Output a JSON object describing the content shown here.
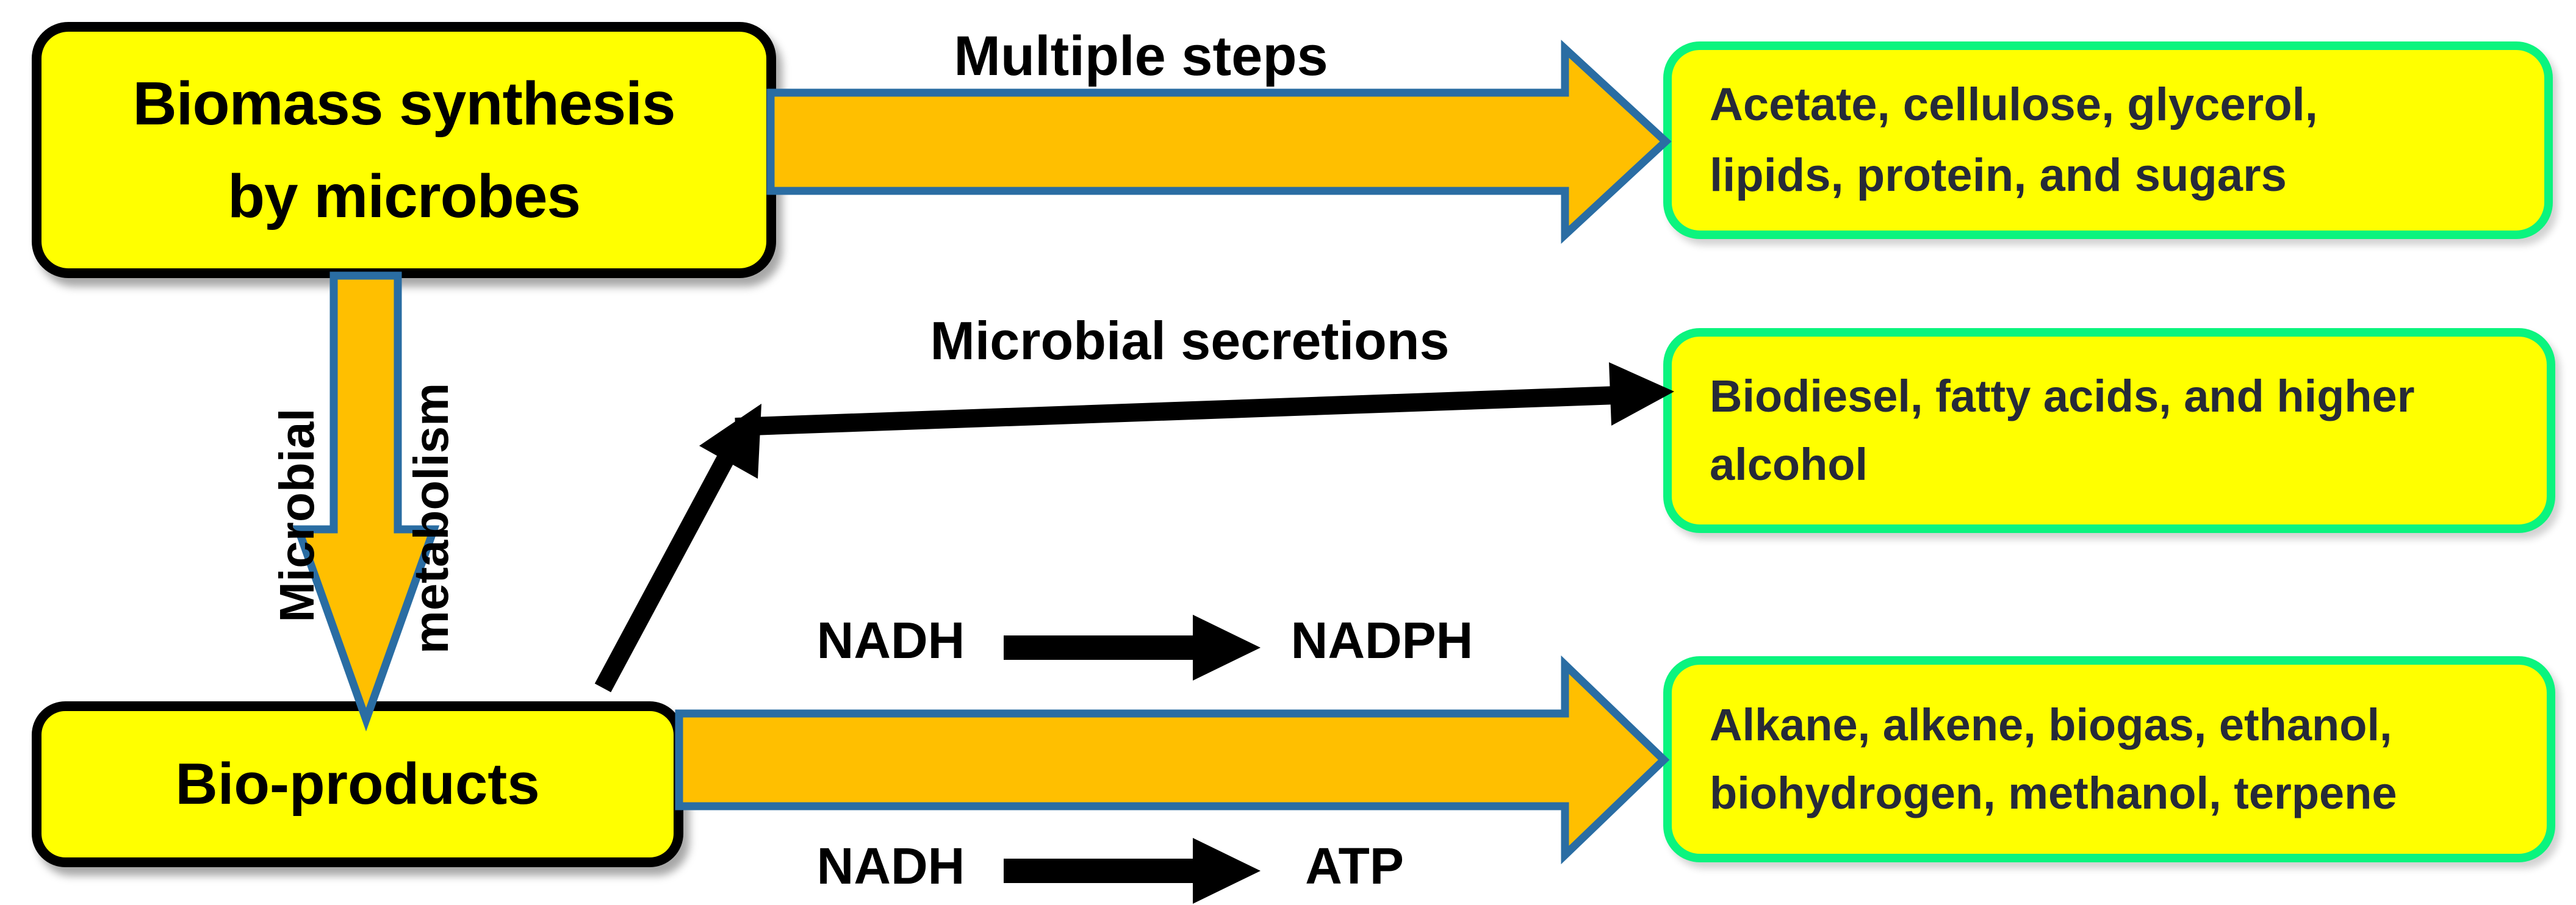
{
  "diagram": {
    "boxes": {
      "biomass": {
        "lines": [
          "Biomass synthesis",
          "by microbes"
        ]
      },
      "bioproducts": {
        "label": "Bio-products"
      },
      "acetate": {
        "lines": [
          "Acetate, cellulose, glycerol,",
          "lipids, protein, and sugars"
        ]
      },
      "biodiesel": {
        "lines": [
          "Biodiesel, fatty acids, and higher",
          "alcohol"
        ]
      },
      "alkane": {
        "lines": [
          "Alkane, alkene, biogas, ethanol,",
          "biohydrogen, methanol, terpene"
        ]
      }
    },
    "labels": {
      "multiple_steps": "Multiple steps",
      "microbial": "Microbial",
      "metabolism": "metabolism",
      "microbial_secretions": "Microbial secretions",
      "nadh_top": "NADH",
      "nadph": "NADPH",
      "nadh_bottom": "NADH",
      "atp": "ATP"
    },
    "colors": {
      "box_fill": "#FFFF00",
      "arrow_fill": "#FFBF00",
      "arrow_outline": "#2A6DA3",
      "green_border": "#0BF47E",
      "dark_text": "#262A38",
      "black": "#000000",
      "background": "#FFFFFF"
    }
  }
}
